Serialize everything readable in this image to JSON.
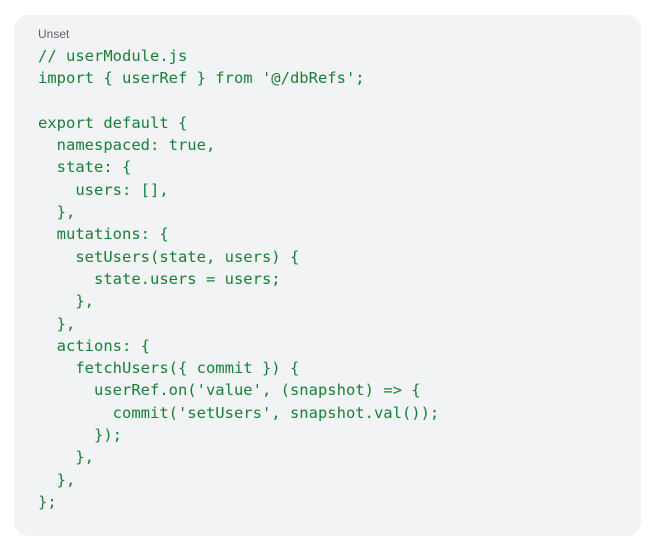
{
  "code_block": {
    "language_label": "Unset",
    "lines": [
      "// userModule.js",
      "import { userRef } from '@/dbRefs';",
      "",
      "export default {",
      "  namespaced: true,",
      "  state: {",
      "    users: [],",
      "  },",
      "  mutations: {",
      "    setUsers(state, users) {",
      "      state.users = users;",
      "    },",
      "  },",
      "  actions: {",
      "    fetchUsers({ commit }) {",
      "      userRef.on('value', (snapshot) => {",
      "        commit('setUsers', snapshot.val());",
      "      });",
      "    },",
      "  },",
      "};"
    ]
  }
}
